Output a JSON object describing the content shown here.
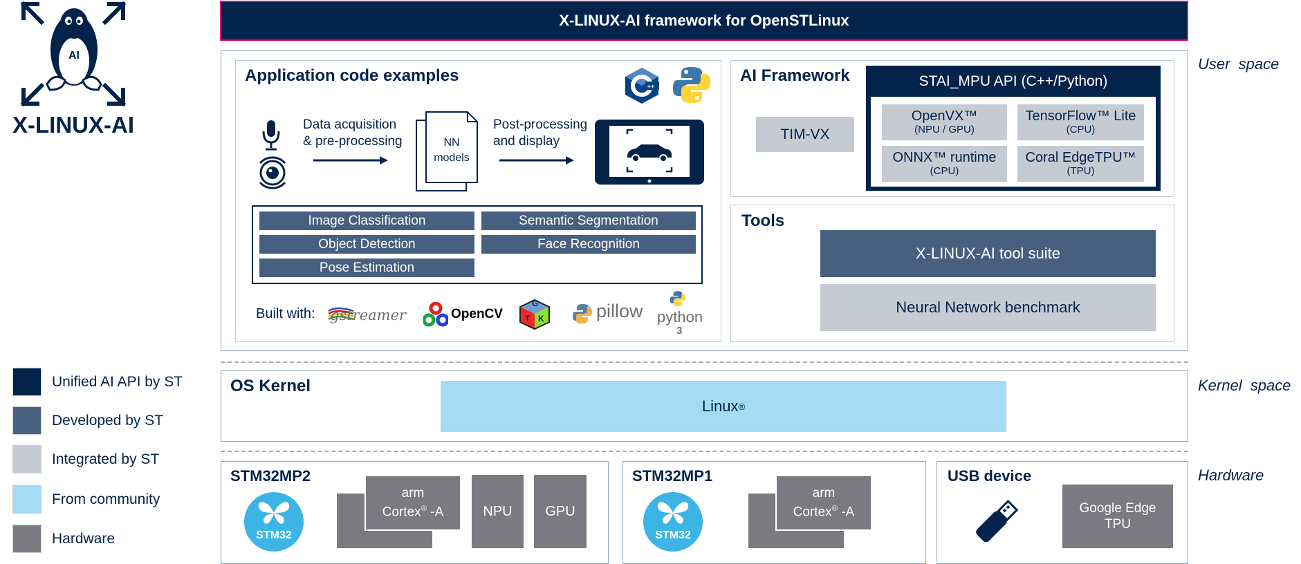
{
  "logo": {
    "text": "X-LINUX-AI",
    "penguin_text": "AI"
  },
  "banner": {
    "title": "X-LINUX-AI framework for OpenSTLinux"
  },
  "side_labels": {
    "user_space": "User  space",
    "kernel_space": "Kernel  space",
    "hardware": "Hardware"
  },
  "app": {
    "title": "Application code examples",
    "flow": {
      "acq_line1": "Data acquisition",
      "acq_line2": "& pre-processing",
      "nn_line1": "NN",
      "nn_line2": "models",
      "post_line1": "Post-processing",
      "post_line2": "and display"
    },
    "use_cases": {
      "image_classification": "Image Classification",
      "semantic_segmentation": "Semantic Segmentation",
      "object_detection": "Object Detection",
      "face_recognition": "Face Recognition",
      "pose_estimation": "Pose Estimation"
    },
    "built_with": {
      "label": "Built with:",
      "gstreamer": "gstreamer",
      "opencv": "OpenCV",
      "pillow": "pillow",
      "python": "python",
      "python_version": "3",
      "gtk_letters": [
        "G",
        "T",
        "K"
      ]
    },
    "cpp_logo_text": "C++"
  },
  "ai_framework": {
    "title": "AI Framework",
    "timvx": "TIM-VX",
    "api": "STAI_MPU API (C++/Python)",
    "openvx": {
      "name": "OpenVX™",
      "target": "(NPU / GPU)"
    },
    "tflite": {
      "name": "TensorFlow™ Lite",
      "target": "(CPU)"
    },
    "onnx": {
      "name": "ONNX™ runtime",
      "target": "(CPU)"
    },
    "coral": {
      "name": "Coral EdgeTPU™",
      "target": "(TPU)"
    }
  },
  "tools": {
    "title": "Tools",
    "suite": "X-LINUX-AI tool suite",
    "benchmark": "Neural Network benchmark"
  },
  "kernel": {
    "title": "OS Kernel",
    "linux": "Linux",
    "linux_reg": "®"
  },
  "hardware": {
    "mp2": {
      "title": "STM32MP2",
      "logo": "STM32",
      "arm_line1": "arm",
      "arm_line2": "Cortex",
      "arm_reg": "®",
      "arm_suffix": " -A",
      "npu": "NPU",
      "gpu": "GPU"
    },
    "mp1": {
      "title": "STM32MP1",
      "logo": "STM32",
      "arm_line1": "arm",
      "arm_line2": "Cortex",
      "arm_reg": "®",
      "arm_suffix": " -A"
    },
    "usb": {
      "title": "USB device",
      "tpu_line1": "Google Edge",
      "tpu_line2": "TPU"
    }
  },
  "legend": {
    "items": [
      {
        "label": "Unified AI API by ST",
        "color": "#03234b"
      },
      {
        "label": "Developed by ST",
        "color": "#48607f"
      },
      {
        "label": "Integrated by ST",
        "color": "#c6cbd3"
      },
      {
        "label": "From community",
        "color": "#a5dbf5"
      },
      {
        "label": "Hardware",
        "color": "#7a7a80"
      }
    ]
  }
}
